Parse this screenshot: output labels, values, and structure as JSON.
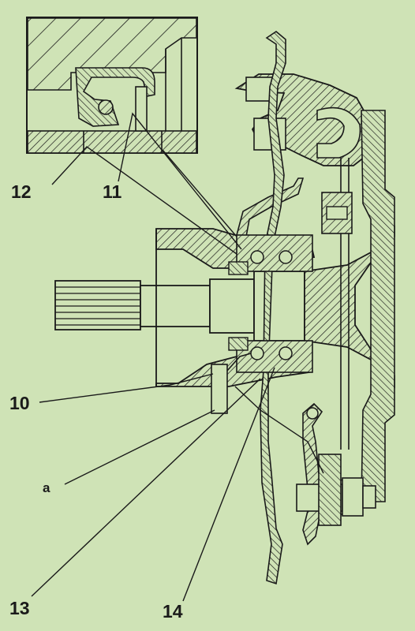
{
  "callouts": {
    "c12": "12",
    "c11": "11",
    "c10": "10",
    "ca": "a",
    "c13": "13",
    "c14": "14"
  },
  "colors": {
    "background": "#cfe3b6",
    "line": "#1a1a1a",
    "section": "#cfe3b6"
  }
}
